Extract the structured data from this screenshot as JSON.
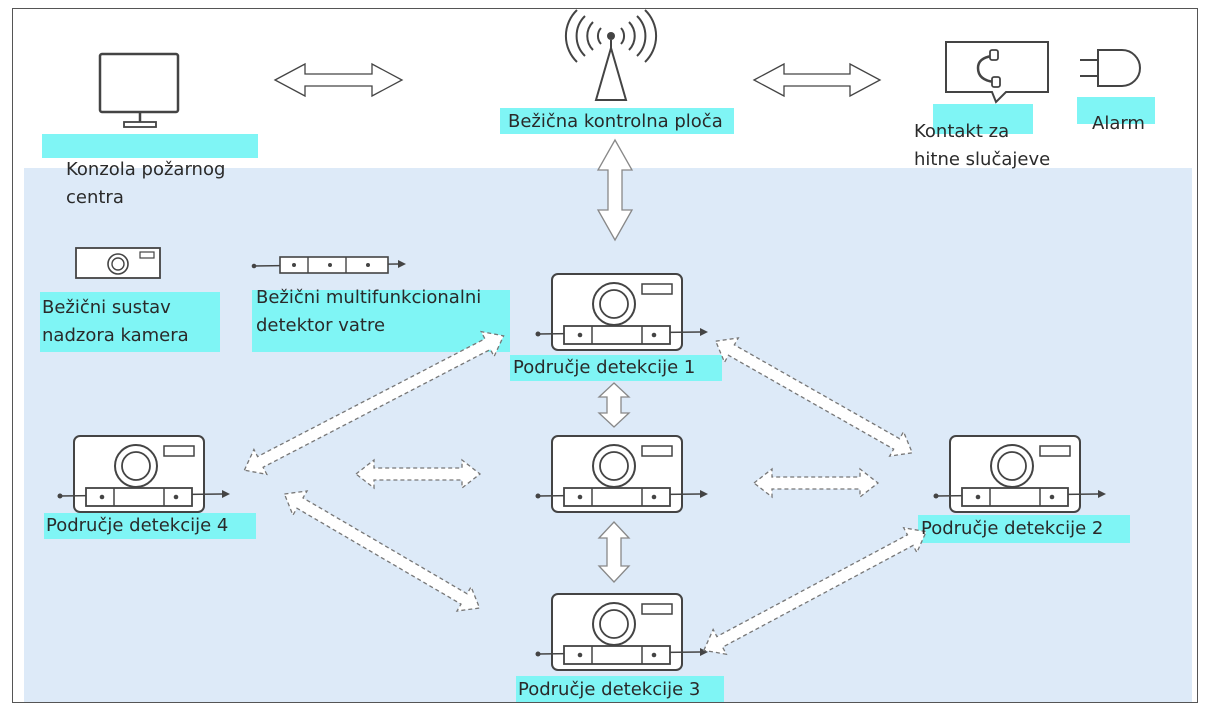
{
  "nodes": {
    "console": {
      "label_line1": "Konzola požarnog",
      "label_line2": "centra",
      "icon": "monitor-icon"
    },
    "control_panel": {
      "label": "Bežična kontrolna ploča",
      "icon": "antenna-icon"
    },
    "emergency_contact": {
      "label_line1": "Kontakt za",
      "label_line2": "hitne slučajeve",
      "icon": "phone-icon"
    },
    "alarm": {
      "label": "Alarm",
      "icon": "alarm-bell-icon"
    }
  },
  "legend": {
    "camera_system": {
      "label_line1": "Bežični sustav",
      "label_line2": "nadzora kamera",
      "icon": "camera-icon"
    },
    "fire_detector": {
      "label_line1": "Bežični multifunkcionalni",
      "label_line2": "detektor vatre",
      "icon": "detector-icon"
    }
  },
  "zones": {
    "zone1": "Područje detekcije 1",
    "zone2": "Područje detekcije 2",
    "zone3": "Područje detekcije 3",
    "zone4": "Područje detekcije 4"
  },
  "colors": {
    "highlight": "#7ff5f5",
    "panel_background": "#ddeaf8",
    "stroke": "#444444",
    "arrow_fill": "#ffffff"
  }
}
